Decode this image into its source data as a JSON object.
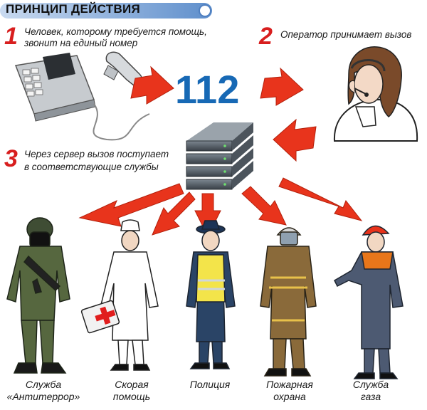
{
  "header": {
    "title": "ПРИНЦИП ДЕЙСТВИЯ"
  },
  "steps": [
    {
      "number": "1",
      "line1": "Человек, которому требуется помощь,",
      "line2": "звонит на единый номер"
    },
    {
      "number": "2",
      "line1": "Оператор принимает вызов"
    },
    {
      "number": "3",
      "line1": "Через сервер вызов поступает",
      "line2": "в соответствующие службы"
    }
  ],
  "center_number": "112",
  "services": [
    {
      "line1": "Служба",
      "line2": "«Антитеррор»",
      "icon": "antiterror-soldier-icon"
    },
    {
      "line1": "Скорая",
      "line2": "помощь",
      "icon": "paramedic-icon"
    },
    {
      "line1": "Полиция",
      "line2": "",
      "icon": "police-officer-icon"
    },
    {
      "line1": "Пожарная",
      "line2": "охрана",
      "icon": "firefighter-icon"
    },
    {
      "line1": "Служба",
      "line2": "газа",
      "icon": "gas-worker-icon"
    }
  ],
  "colors": {
    "arrow": "#e8341c",
    "number_red": "#d81e1e",
    "center_blue": "#1769b5",
    "header_bar": "#7fa6d6"
  }
}
